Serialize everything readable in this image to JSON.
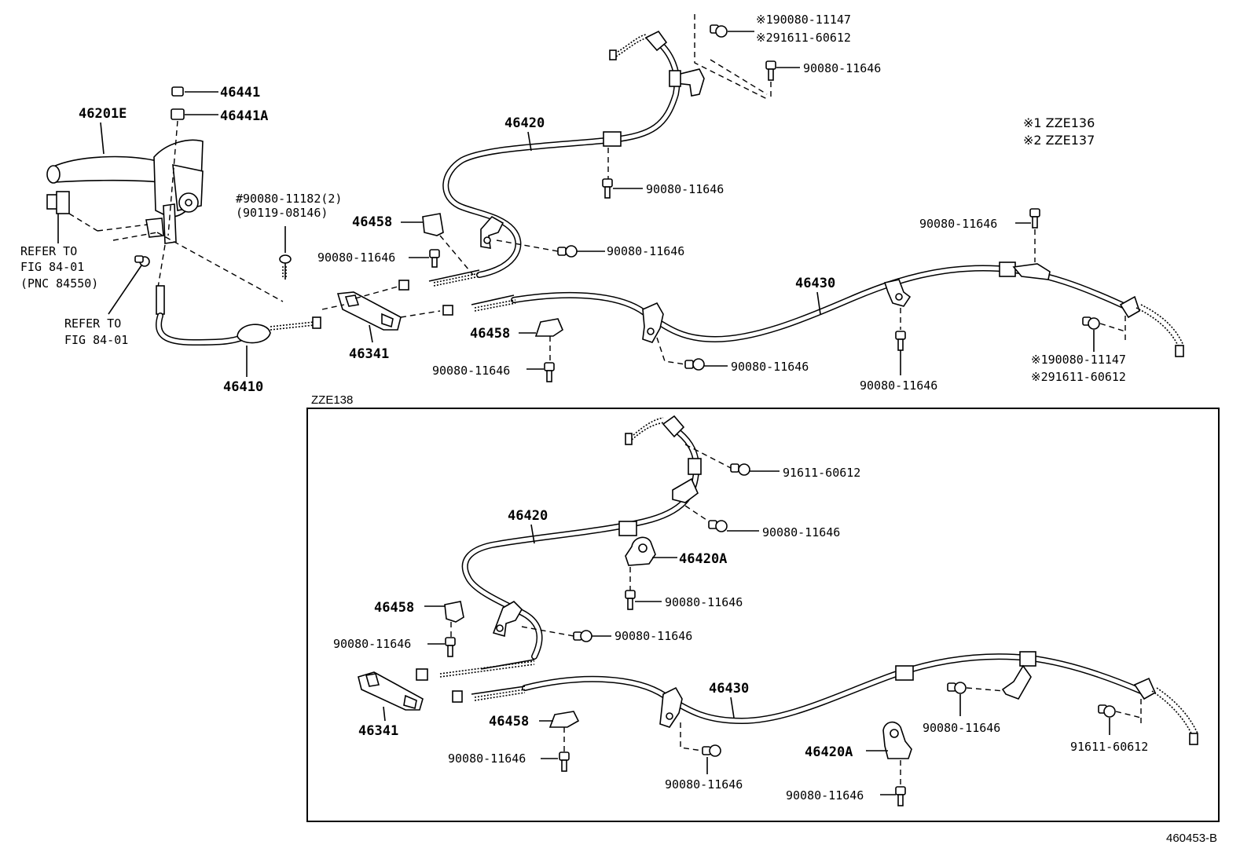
{
  "notes": {
    "note1": "※1 ZZE136",
    "note2": "※2 ZZE137",
    "zze138": "ZZE138",
    "refer1": [
      "REFER TO",
      "FIG 84-01",
      "(PNC 84550)"
    ],
    "refer2": [
      "REFER TO",
      "FIG 84-01"
    ],
    "hash_part": "#90080-11182(2)",
    "hash_alt": "(90119-08146)",
    "diagram_code": "460453-B"
  },
  "top": {
    "p46441": "46441",
    "p46441A": "46441A",
    "p46201E": "46201E",
    "p46420": "46420",
    "p46458a": "46458",
    "p46458b": "46458",
    "p46341": "46341",
    "p46410": "46410",
    "p46430": "46430",
    "pn_tl1": "※190080-11147",
    "pn_tl2": "※291611-60612",
    "pn_t3": "90080-11646",
    "pn_t4": "90080-11646",
    "pn_t5": "90080-11646",
    "pn_t6": "90080-11646",
    "pn_t7": "90080-11646",
    "pn_t8": "90080-11646",
    "pn_t9": "90080-11646",
    "pn_t10": "90080-11646",
    "pn_tr1": "※190080-11147",
    "pn_tr2": "※291611-60612"
  },
  "bottom": {
    "p46420": "46420",
    "p46420A_a": "46420A",
    "p46420A_b": "46420A",
    "p46458a": "46458",
    "p46458b": "46458",
    "p46341": "46341",
    "p46430": "46430",
    "pn_b1": "91611-60612",
    "pn_b2": "90080-11646",
    "pn_b3": "90080-11646",
    "pn_b4": "90080-11646",
    "pn_b5": "90080-11646",
    "pn_b6": "90080-11646",
    "pn_b7": "90080-11646",
    "pn_b8": "90080-11646",
    "pn_b9": "90080-11646",
    "pn_b10": "91611-60612"
  }
}
